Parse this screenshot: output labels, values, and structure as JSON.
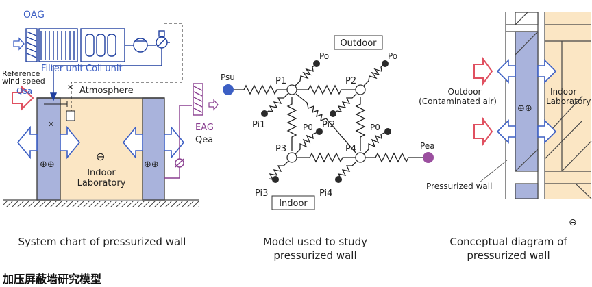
{
  "colors": {
    "blue_line": "#1f3f9f",
    "wall_fill": "#a9b3dc",
    "lab_fill": "#fbe6c4",
    "red_arrow": "#e05060",
    "purple": "#8a3f90",
    "node_blue": "#3c5fc4",
    "node_purple": "#9b4f9f",
    "node_black": "#2a2a2a"
  },
  "system_chart": {
    "oag": "OAG",
    "filter_unit": "Filter unit",
    "coil_unit": "Coil unit",
    "reference_wind_speed_1": "Reference",
    "reference_wind_speed_2": "wind speed",
    "qsa": "Qsa",
    "atmosphere": "Atmosphere",
    "eag": "EAG",
    "qea": "Qea",
    "minus": "⊖",
    "indoor_1": "Indoor",
    "indoor_2": "Laboratory",
    "plus_left": "⊕⊕",
    "plus_right": "⊕⊕",
    "caption": "System chart of pressurized wall"
  },
  "model": {
    "outdoor": "Outdoor",
    "indoor": "Indoor",
    "psu": "Psu",
    "pea": "Pea",
    "p1": "P1",
    "p2": "P2",
    "p3": "P3",
    "p4": "P4",
    "po_1": "Po",
    "po_2": "Po",
    "pi1": "Pi1",
    "pi2": "Pi2",
    "pi3": "Pi3",
    "pi4": "Pi4",
    "p0_1": "P0",
    "p0_2": "P0",
    "caption_1": "Model used to study",
    "caption_2": "pressurized wall"
  },
  "concept": {
    "outdoor_1": "Outdoor",
    "outdoor_2": "(Contaminated air)",
    "indoor_1": "Indoor",
    "indoor_2": "Laboratory",
    "plus": "⊕⊕",
    "pressurized_wall": "Pressurized wall",
    "minus": "⊖",
    "caption_1": "Conceptual diagram of",
    "caption_2": "pressurized wall"
  },
  "footer_title": "加压屏蔽墙研究模型"
}
